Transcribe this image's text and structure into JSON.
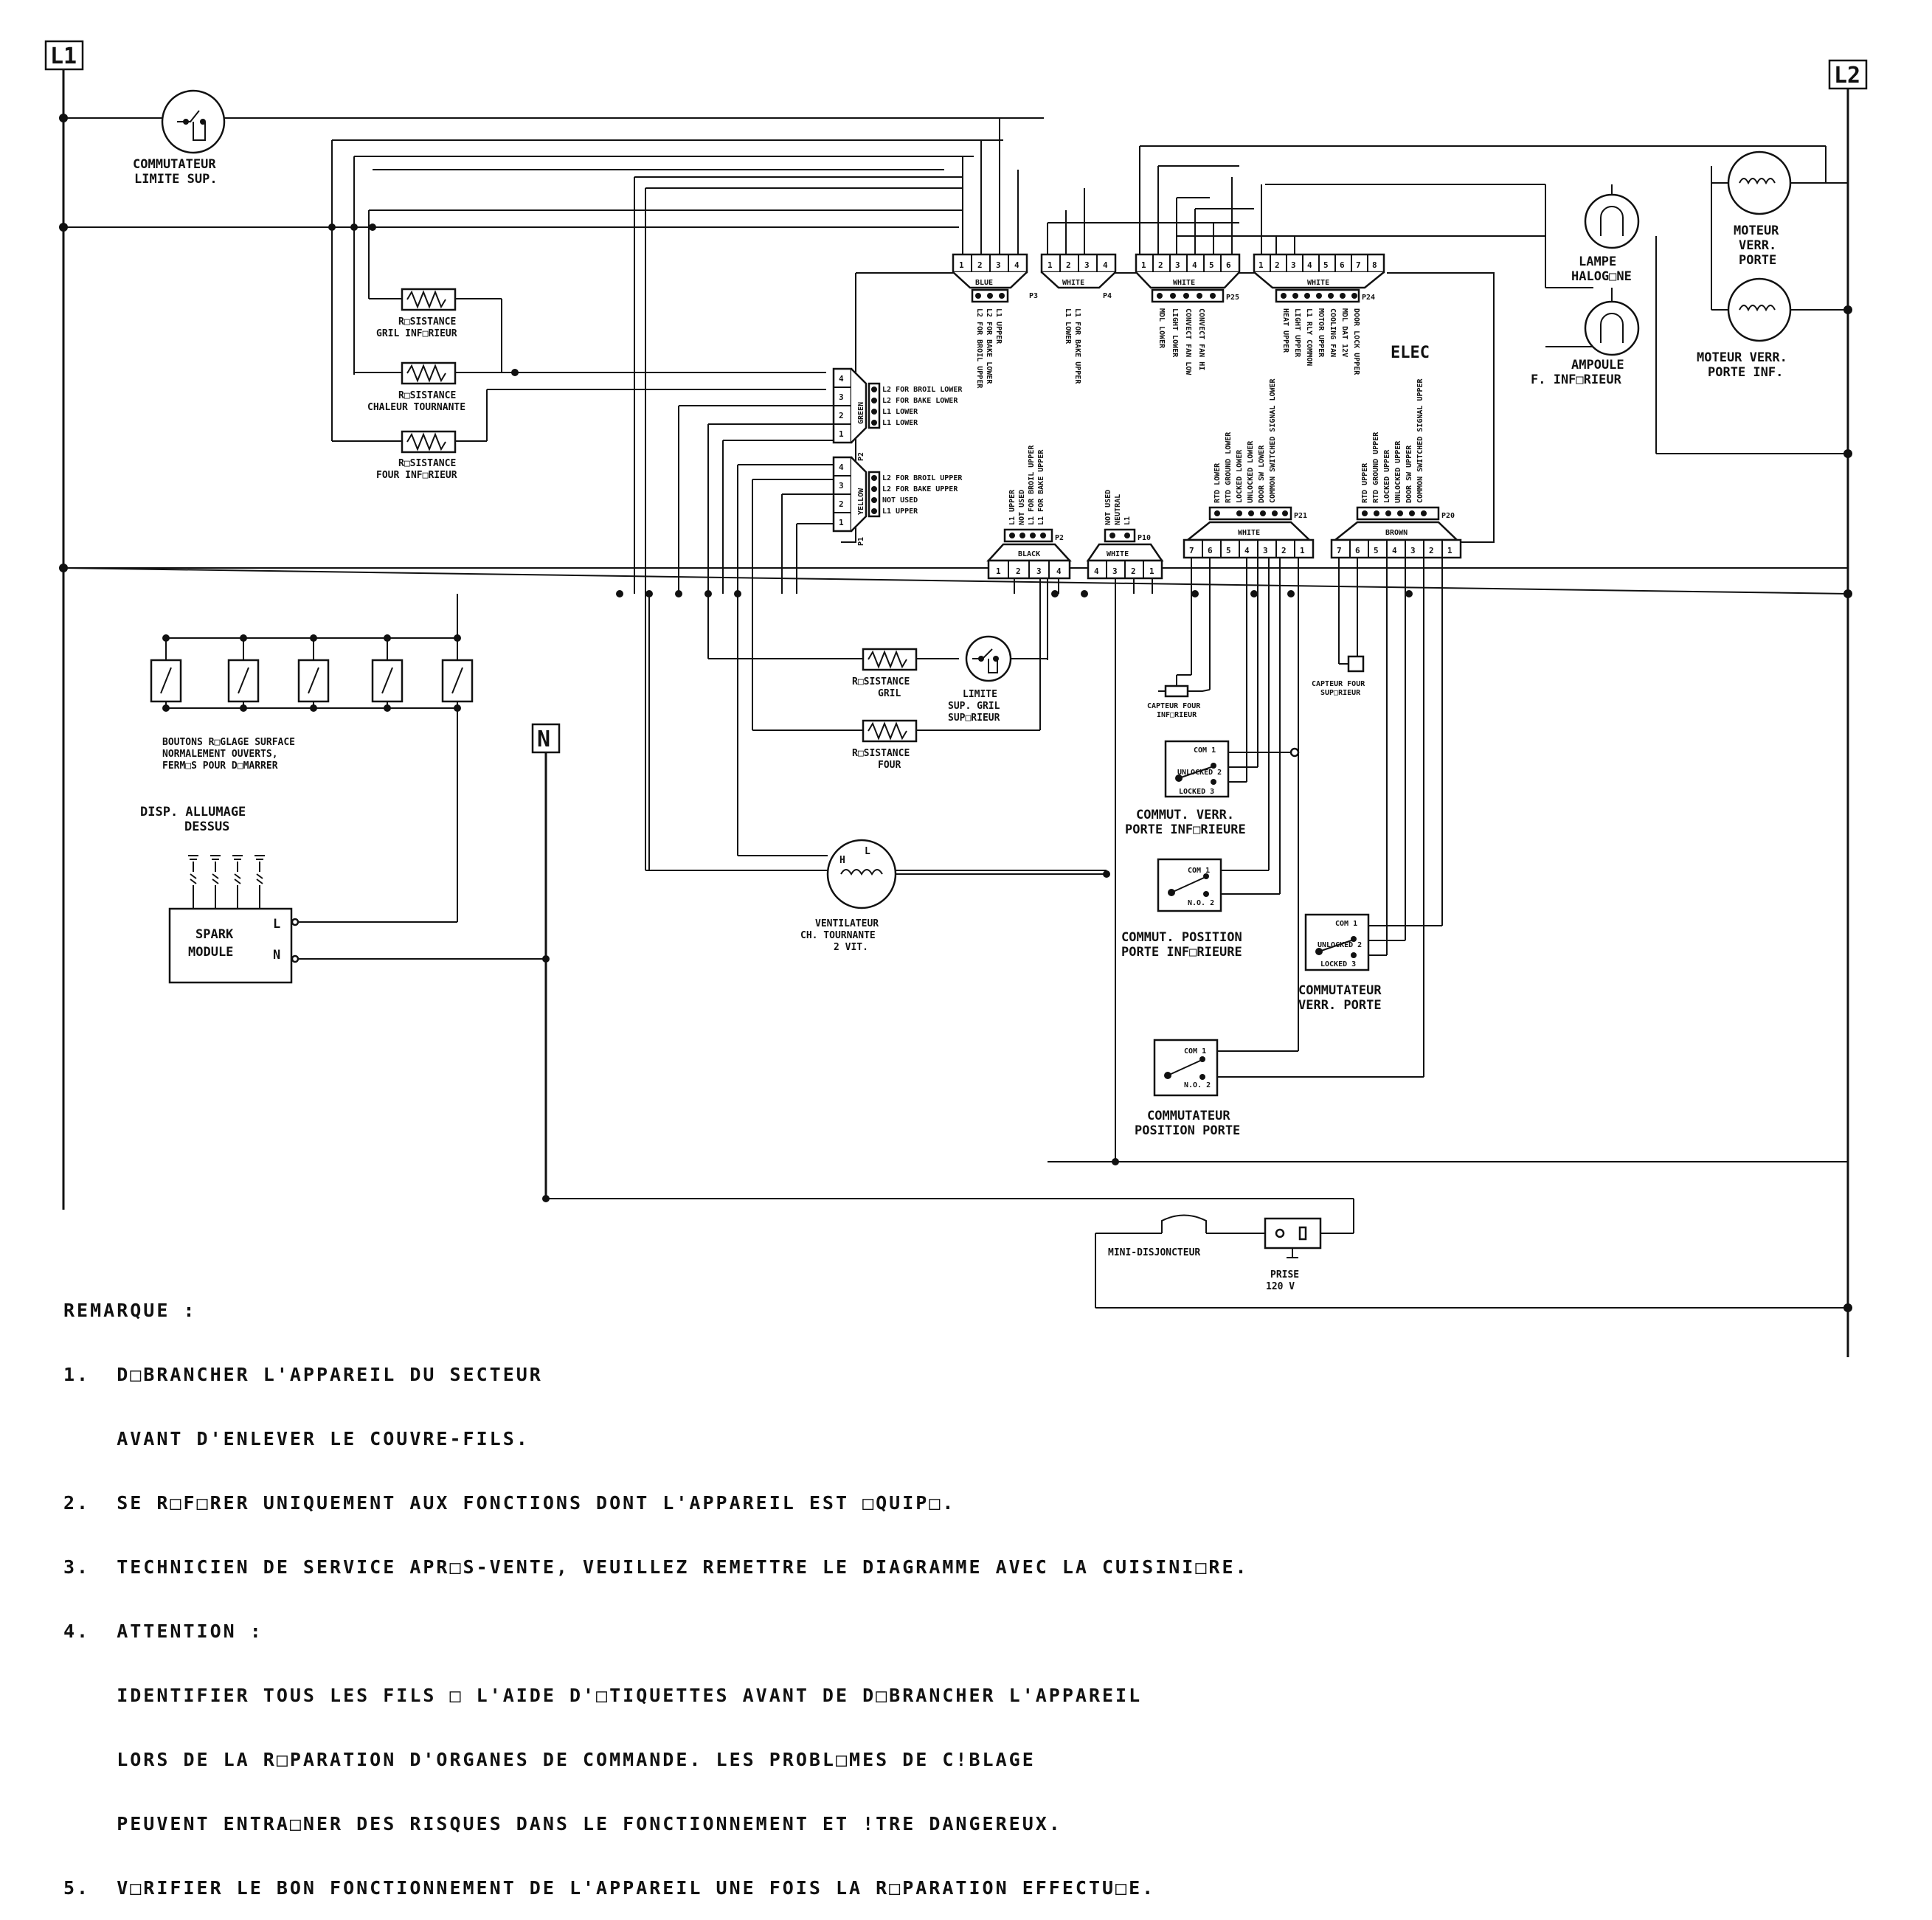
{
  "rails": {
    "l1": "L1",
    "l2": "L2",
    "n": "N"
  },
  "components": {
    "hi_limit": [
      "COMMUTATEUR",
      "LIMITE SUP."
    ],
    "res_grill_lower": [
      "R□SISTANCE",
      "GRIL INF□RIEUR"
    ],
    "res_convection": [
      "R□SISTANCE",
      "CHALEUR TOURNANTE"
    ],
    "res_bake_lower": [
      "R□SISTANCE",
      "FOUR INF□RIEUR"
    ],
    "lamp_halogen": [
      "LAMPE",
      "HALOG□NE"
    ],
    "bulb_lower": [
      "AMPOULE",
      "F. INF□RIEUR"
    ],
    "motor_lock": [
      "MOTEUR",
      "VERR.",
      "PORTE"
    ],
    "motor_lock_lower": [
      "MOTEUR VERR.",
      "PORTE INF."
    ],
    "elec": "ELEC",
    "buttons": [
      "BOUTONS R□GLAGE SURFACE",
      "NORMALEMENT OUVERTS,",
      "FERM□S POUR D□MARRER"
    ],
    "spark_disp": [
      "DISP. ALLUMAGE",
      "DESSUS"
    ],
    "spark_module": [
      "SPARK",
      "MODULE"
    ],
    "spark_l": "L",
    "spark_n": "N",
    "res_grill": [
      "R□SISTANCE",
      "GRIL"
    ],
    "limit_grill": [
      "LIMITE",
      "SUP. GRIL",
      "SUP□RIEUR"
    ],
    "res_bake": [
      "R□SISTANCE",
      "FOUR"
    ],
    "fan": [
      "VENTILATEUR",
      "CH. TOURNANTE",
      "2 VIT."
    ],
    "fan_h": "H",
    "fan_l": "L",
    "sensor_lower": [
      "CAPTEUR FOUR",
      "INF□RIEUR"
    ],
    "sensor_upper": [
      "CAPTEUR FOUR",
      "SUP□RIEUR"
    ],
    "sw_lock_lower": [
      "COMMUT. VERR.",
      "PORTE INF□RIEURE"
    ],
    "sw_pos_lower": [
      "COMMUT. POSITION",
      "PORTE INF□RIEURE"
    ],
    "sw_lock": [
      "COMMUTATEUR",
      "VERR. PORTE"
    ],
    "sw_pos": [
      "COMMUTATEUR",
      "POSITION PORTE"
    ],
    "breaker": "MINI-DISJONCTEUR",
    "outlet": [
      "PRISE",
      "120 V"
    ]
  },
  "switch_labels": {
    "com": "COM 1",
    "unlocked": "UNLOCKED 2",
    "locked": "LOCKED 3",
    "no": "N.O. 2"
  },
  "connectors": {
    "p3": {
      "name": "BLUE",
      "id": "P3",
      "pins": [
        "1",
        "2",
        "3",
        "4"
      ],
      "labels": [
        "L2 FOR BROIL UPPER",
        "L2 FOR BAKE LOWER",
        "L1 UPPER"
      ]
    },
    "p4": {
      "name": "WHITE",
      "id": "P4",
      "pins": [
        "1",
        "2",
        "3",
        "4"
      ],
      "labels": [
        "L1 LOWER",
        "L1 FOR BAKE UPPER"
      ]
    },
    "p5": {
      "name": "WHITE",
      "id": "P25",
      "pins": [
        "1",
        "2",
        "3",
        "4",
        "5",
        "6"
      ],
      "labels": [
        "MDL LOWER",
        "LIGHT LOWER",
        "CONVECT FAN LOW",
        "CONVECT FAN HI"
      ]
    },
    "p6": {
      "name": "WHITE",
      "id": "P24",
      "pins": [
        "1",
        "2",
        "3",
        "4",
        "5",
        "6",
        "7",
        "8"
      ],
      "labels": [
        "HEAT UPPER",
        "LIGHT UPPER",
        "L1 RLY COMMON",
        "MOTOR UPPER",
        "COOLING FAN",
        "MDL DAT 12V",
        "DOOR LOCK UPPER"
      ]
    },
    "p1": {
      "name": "GREEN",
      "id": "P2",
      "pins": [
        "1",
        "2",
        "3",
        "4"
      ],
      "labels": [
        "L2 FOR BROIL LOWER",
        "L2 FOR BAKE LOWER",
        "L1 LOWER",
        "L1 LOWER"
      ]
    },
    "p2": {
      "name": "YELLOW",
      "id": "P1",
      "pins": [
        "1",
        "2",
        "3",
        "4"
      ],
      "labels": [
        "L2 FOR BROIL UPPER",
        "L2 FOR BAKE UPPER",
        "NOT USED",
        "L1 UPPER"
      ]
    },
    "p7": {
      "name": "BLACK",
      "id": "P2",
      "pins": [
        "1",
        "2",
        "3",
        "4"
      ],
      "labels": [
        "L1 UPPER",
        "NOT USED",
        "L1 FOR BROIL UPPER",
        "L1 FOR BAKE UPPER"
      ]
    },
    "p8": {
      "name": "WHITE",
      "id": "P10",
      "pins": [
        "4",
        "3",
        "2",
        "1"
      ],
      "labels": [
        "NOT USED",
        "NEUTRAL",
        "L1"
      ]
    },
    "p9": {
      "name": "WHITE",
      "id": "P21",
      "pins": [
        "7",
        "6",
        "5",
        "4",
        "3",
        "2",
        "1"
      ],
      "labels": [
        "RTD LOWER",
        "RTD GROUND LOWER",
        "LOCKED LOWER",
        "UNLOCKED LOWER",
        "DOOR SW LOWER",
        "COMMON SWITCHED SIGNAL LOWER"
      ]
    },
    "p10": {
      "name": "BROWN",
      "id": "P20",
      "pins": [
        "7",
        "6",
        "5",
        "4",
        "3",
        "2",
        "1"
      ],
      "labels": [
        "RTD UPPER",
        "RTD GROUND UPPER",
        "LOCKED UPPER",
        "UNLOCKED UPPER",
        "DOOR SW UPPER",
        "COMMON SWITCHED SIGNAL UPPER"
      ]
    }
  },
  "notes": {
    "title": "REMARQUE :",
    "n1a": "1.  D□BRANCHER L'APPAREIL DU SECTEUR",
    "n1b": "    AVANT D'ENLEVER LE COUVRE-FILS.",
    "n2": "2.  SE R□F□RER UNIQUEMENT AUX FONCTIONS DONT L'APPAREIL EST □QUIP□.",
    "n3": "3.  TECHNICIEN DE SERVICE APR□S-VENTE, VEUILLEZ REMETTRE LE DIAGRAMME AVEC LA CUISINI□RE.",
    "n4": "4.  ATTENTION :",
    "n4a": "    IDENTIFIER TOUS LES FILS □ L'AIDE D'□TIQUETTES AVANT DE D□BRANCHER L'APPAREIL",
    "n4b": "    LORS DE LA R□PARATION D'ORGANES DE COMMANDE. LES PROBL□MES DE C!BLAGE",
    "n4c": "    PEUVENT ENTRA□NER DES RISQUES DANS LE FONCTIONNEMENT ET !TRE DANGEREUX.",
    "n5": "5.  V□RIFIER LE BON FONCTIONNEMENT DE L'APPAREIL UNE FOIS LA R□PARATION EFFECTU□E."
  }
}
